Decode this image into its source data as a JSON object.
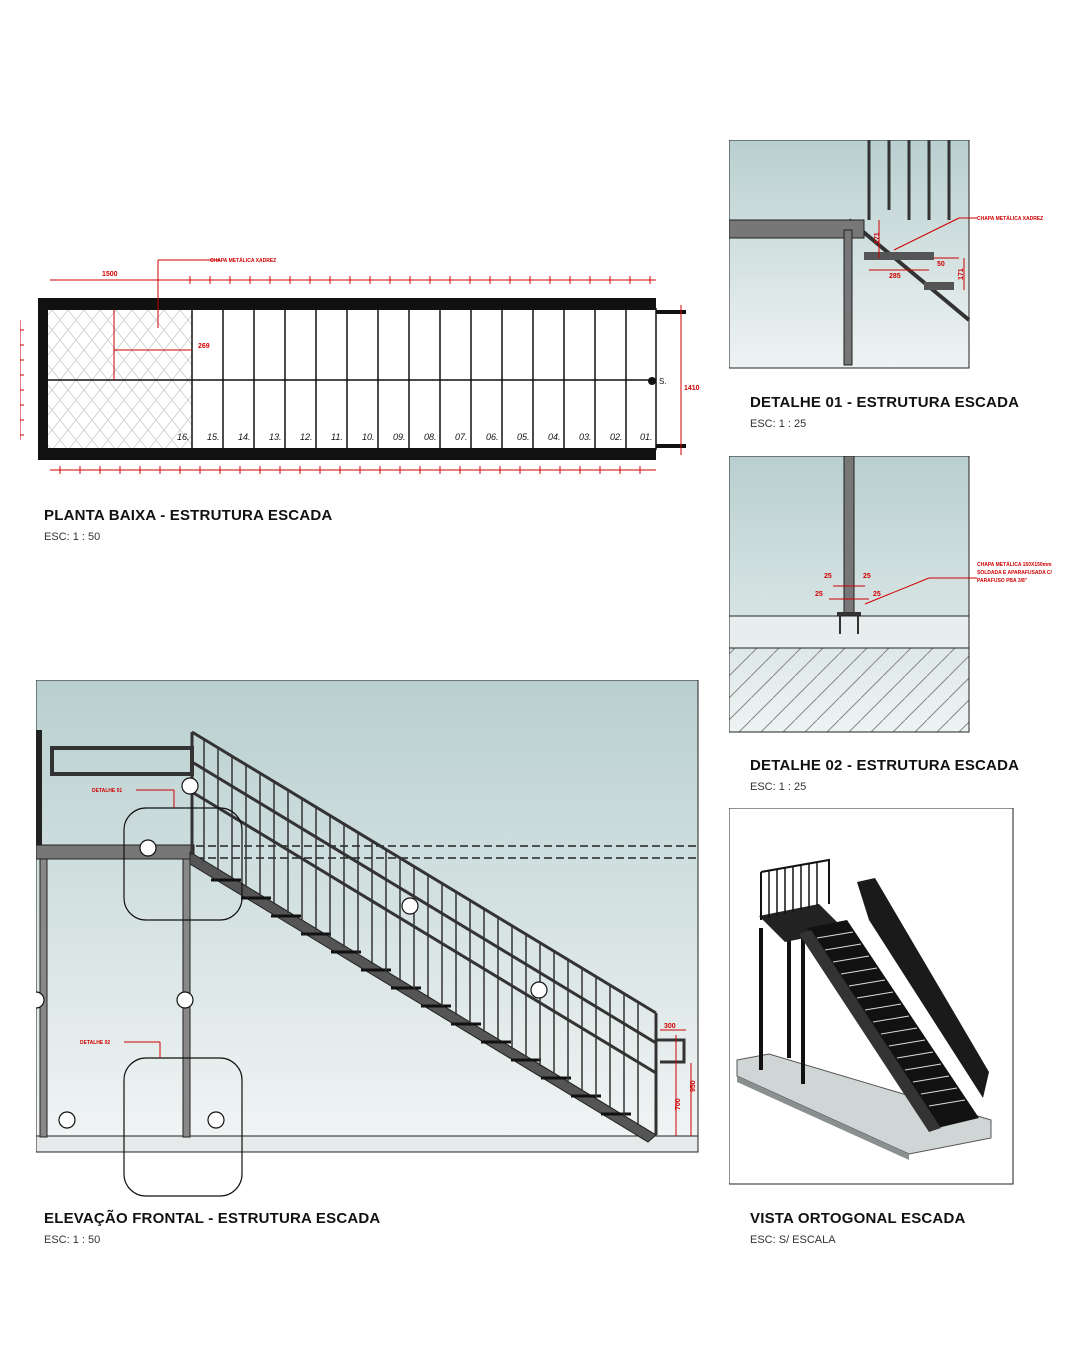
{
  "views": {
    "plan": {
      "title": "PLANTA BAIXA - ESTRUTURA ESCADA",
      "scale": "ESC:  1 : 50",
      "dim_length": "1500",
      "dim_width": "1410",
      "dim_inner": "269",
      "note": "CHAPA METÁLICA XADREZ",
      "arrow_label": "S.",
      "steps": [
        "16.",
        "15.",
        "14.",
        "13.",
        "12.",
        "11.",
        "10.",
        "09.",
        "08.",
        "07.",
        "06.",
        "05.",
        "04.",
        "03.",
        "02.",
        "01."
      ]
    },
    "detail1": {
      "title": "DETALHE 01 - ESTRUTURA ESCADA",
      "scale": "ESC:  1 : 25",
      "note": "CHAPA METÁLICA XADREZ",
      "dim_a": "171",
      "dim_b": "285",
      "dim_c": "50",
      "dim_d": "171"
    },
    "detail2": {
      "title": "DETALHE 02 - ESTRUTURA ESCADA",
      "scale": "ESC:  1 : 25",
      "dim": "25",
      "note_lines": [
        "CHAPA METÁLICA 150X150mm",
        "SOLDADA E APARAFUSADA C/",
        "PARAFUSO PBA 3/8\""
      ]
    },
    "elevation": {
      "title": "ELEVAÇÃO FRONTAL - ESTRUTURA ESCADA",
      "scale": "ESC:  1 : 50",
      "callout_1": "DETALHE 01",
      "callout_2": "DETALHE 02",
      "dim_top": "300",
      "dim_mid": "700",
      "dim_side": "950"
    },
    "iso": {
      "title": "VISTA ORTOGONAL ESCADA",
      "scale": "ESC: S/ ESCALA"
    }
  },
  "colors": {
    "annotation": "#d00000",
    "steel": "#1a1a1a",
    "background_top": "#b9cfcf"
  }
}
